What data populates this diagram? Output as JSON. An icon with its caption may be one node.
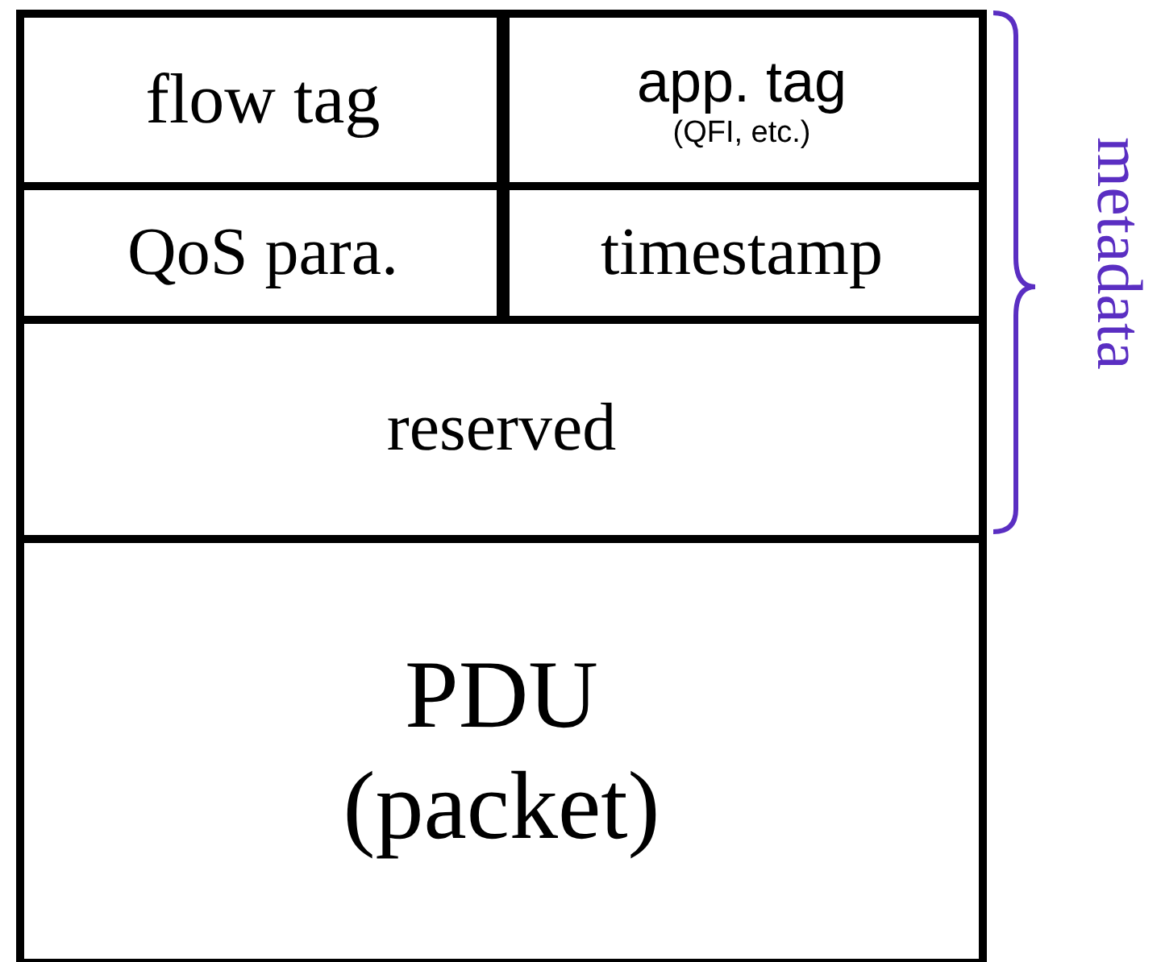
{
  "diagram": {
    "nodes": [
      {
        "text": [
          "flow tag"
        ]
      },
      {
        "text": [
          "app. tag",
          "(QFI, etc.)"
        ]
      },
      {
        "text": [
          "QoS para."
        ]
      },
      {
        "text": [
          "timestamp"
        ]
      },
      {
        "text": [
          "reserved"
        ]
      },
      {
        "text": [
          "PDU (packet)"
        ]
      }
    ],
    "labels": [
      "metadata"
    ]
  }
}
